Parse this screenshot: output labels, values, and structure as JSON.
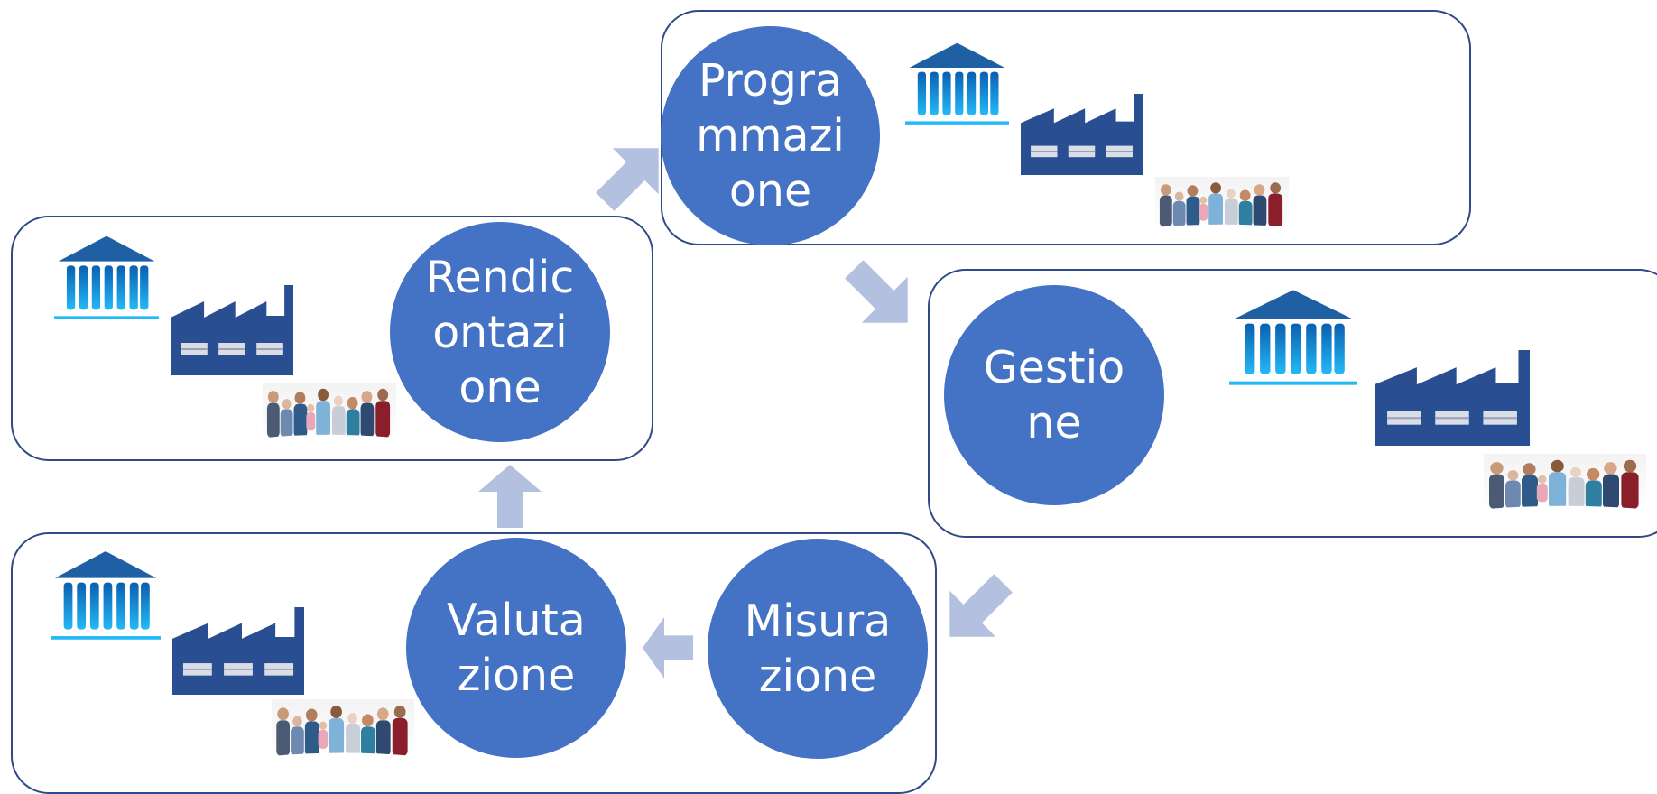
{
  "stages": {
    "programmazione": {
      "lines": [
        "Progra",
        "mmazi",
        "one"
      ]
    },
    "gestione": {
      "lines": [
        "Gestio",
        "ne"
      ]
    },
    "misurazione": {
      "lines": [
        "Misura",
        "zione"
      ]
    },
    "valutazione": {
      "lines": [
        "Valuta",
        "zione"
      ]
    },
    "rendicontazione": {
      "lines": [
        "Rendic",
        "ontazi",
        "one"
      ]
    }
  },
  "colors": {
    "circle_fill": "#4472c4",
    "panel_border": "#2f4a87",
    "arrow_fill": "#b4c0e0",
    "institution_roof": "#1f5fa3",
    "institution_columns": "#17a8f0",
    "factory_fill": "#2a4e92"
  },
  "icons": [
    "institution-icon",
    "factory-icon",
    "people-group-icon",
    "arrow-icon"
  ]
}
